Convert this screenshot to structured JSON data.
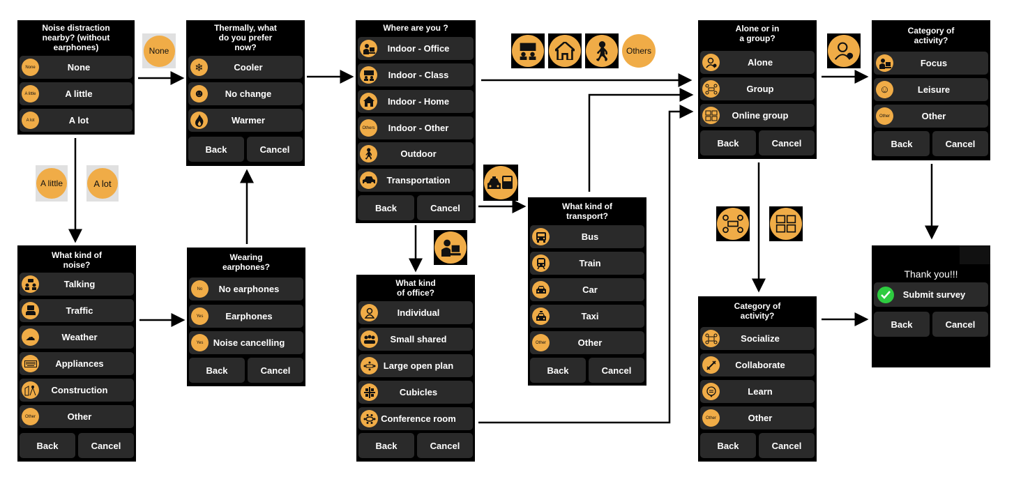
{
  "colors": {
    "accent": "#f0ac47",
    "screen": "#000000",
    "option_bg": "#2a2a2a",
    "check": "#2ecc40"
  },
  "screens": {
    "noise": {
      "title": "Noise distraction\nnearby? (without\nearphones)",
      "options": [
        {
          "icon": "None",
          "label": "None"
        },
        {
          "icon": "A little",
          "label": "A little"
        },
        {
          "icon": "A lot",
          "label": "A lot"
        }
      ]
    },
    "thermal": {
      "title": "Thermally, what\ndo you prefer\nnow?",
      "options": [
        {
          "icon": "snowflake-icon",
          "label": "Cooler"
        },
        {
          "icon": "smiley-icon",
          "label": "No change"
        },
        {
          "icon": "flame-icon",
          "label": "Warmer"
        }
      ],
      "back": "Back",
      "cancel": "Cancel"
    },
    "where": {
      "title": "Where are you ?",
      "options": [
        {
          "icon": "office-icon",
          "label": "Indoor - Office"
        },
        {
          "icon": "class-icon",
          "label": "Indoor - Class"
        },
        {
          "icon": "home-icon",
          "label": "Indoor - Home"
        },
        {
          "icon": "Others",
          "label": "Indoor - Other"
        },
        {
          "icon": "walking-icon",
          "label": "Outdoor"
        },
        {
          "icon": "car-icon",
          "label": "Transportation"
        }
      ],
      "back": "Back",
      "cancel": "Cancel"
    },
    "alone": {
      "title": "Alone or in\na group?",
      "options": [
        {
          "icon": "person-icon",
          "label": "Alone"
        },
        {
          "icon": "group-icon",
          "label": "Group"
        },
        {
          "icon": "online-group-icon",
          "label": "Online group"
        }
      ],
      "back": "Back",
      "cancel": "Cancel"
    },
    "category_alone": {
      "title": "Category of\nactivity?",
      "options": [
        {
          "icon": "focus-icon",
          "label": "Focus"
        },
        {
          "icon": "leisure-icon",
          "label": "Leisure"
        },
        {
          "icon": "Other",
          "label": "Other"
        }
      ],
      "back": "Back",
      "cancel": "Cancel"
    },
    "noise_kind": {
      "title": "What kind of\nnoise?",
      "options": [
        {
          "icon": "talking-icon",
          "label": "Talking"
        },
        {
          "icon": "traffic-icon",
          "label": "Traffic"
        },
        {
          "icon": "weather-icon",
          "label": "Weather"
        },
        {
          "icon": "keyboard-icon",
          "label": "Appliances"
        },
        {
          "icon": "construction-icon",
          "label": "Construction"
        },
        {
          "icon": "Other",
          "label": "Other"
        }
      ],
      "back": "Back",
      "cancel": "Cancel"
    },
    "earphones": {
      "title": "Wearing\nearphones?",
      "options": [
        {
          "icon": "No",
          "label": "No earphones"
        },
        {
          "icon": "Yes",
          "label": "Earphones"
        },
        {
          "icon": "Yes",
          "label": "Noise cancelling"
        }
      ],
      "back": "Back",
      "cancel": "Cancel"
    },
    "office": {
      "title": "What kind\nof office?",
      "options": [
        {
          "icon": "individual-icon",
          "label": "Individual"
        },
        {
          "icon": "small-shared-icon",
          "label": "Small shared"
        },
        {
          "icon": "open-plan-icon",
          "label": "Large open plan"
        },
        {
          "icon": "cubicles-icon",
          "label": "Cubicles"
        },
        {
          "icon": "conference-icon",
          "label": "Conference room"
        }
      ],
      "back": "Back",
      "cancel": "Cancel"
    },
    "transport": {
      "title": "What kind of\ntransport?",
      "options": [
        {
          "icon": "bus-icon",
          "label": "Bus"
        },
        {
          "icon": "train-icon",
          "label": "Train"
        },
        {
          "icon": "car-icon",
          "label": "Car"
        },
        {
          "icon": "taxi-icon",
          "label": "Taxi"
        },
        {
          "icon": "Other",
          "label": "Other"
        }
      ],
      "back": "Back",
      "cancel": "Cancel"
    },
    "category_group": {
      "title": "Category of\nactivity?",
      "options": [
        {
          "icon": "socialize-icon",
          "label": "Socialize"
        },
        {
          "icon": "collaborate-icon",
          "label": "Collaborate"
        },
        {
          "icon": "learn-icon",
          "label": "Learn"
        },
        {
          "icon": "Other",
          "label": "Other"
        }
      ],
      "back": "Back",
      "cancel": "Cancel"
    },
    "thanks": {
      "title": "Thank you!!!",
      "submit": "Submit survey",
      "back": "Back",
      "cancel": "Cancel"
    }
  },
  "badges": {
    "none": "None",
    "a_little": "A little",
    "a_lot": "A lot",
    "others": "Others"
  }
}
